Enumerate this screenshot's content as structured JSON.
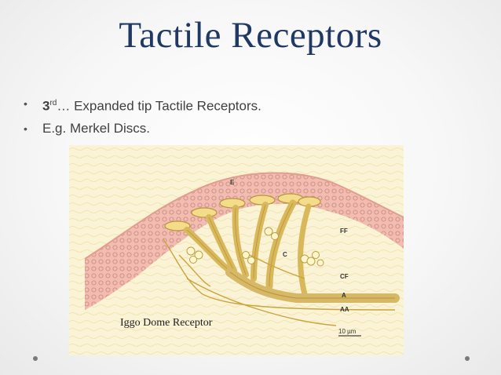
{
  "slide": {
    "title": "Tactile Receptors",
    "bullets": [
      {
        "strong": "3",
        "sup": "rd",
        "rest": "… Expanded tip Tactile Receptors."
      },
      {
        "text": "E.g. Merkel Discs."
      }
    ]
  },
  "figure": {
    "labels": {
      "E": "E",
      "FF": "FF",
      "C": "C",
      "CF": "CF",
      "A": "A",
      "AA": "AA",
      "scale": "10 µm"
    },
    "caption": "Iggo Dome Receptor"
  },
  "colors": {
    "title": "#1f3864",
    "epidermis": "#f2bcb0",
    "dermis": "#f8eebd",
    "nerve": "#d8b85a"
  }
}
